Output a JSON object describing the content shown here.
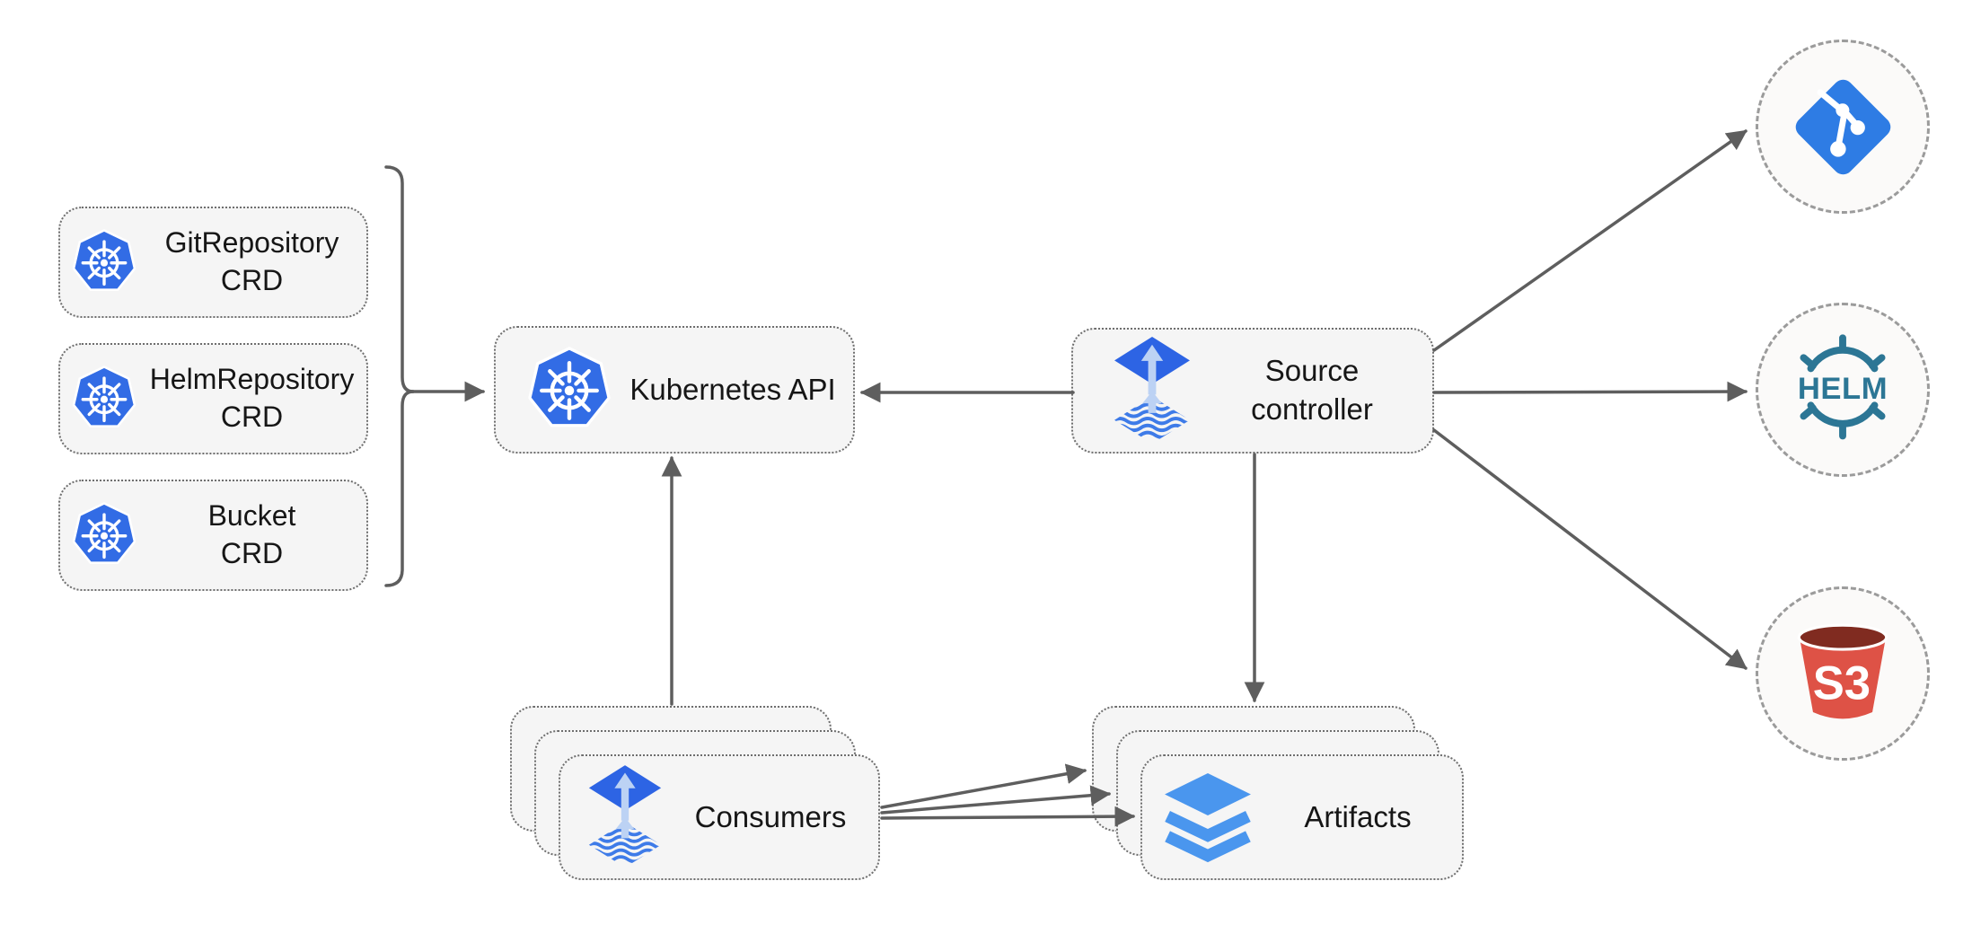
{
  "diagram": {
    "crd_group": {
      "boxes": [
        {
          "icon": "kubernetes-icon",
          "line1": "GitRepository",
          "line2": "CRD"
        },
        {
          "icon": "kubernetes-icon",
          "line1": "HelmRepository",
          "line2": "CRD"
        },
        {
          "icon": "kubernetes-icon",
          "line1": "Bucket",
          "line2": "CRD"
        }
      ]
    },
    "kubernetes_api": {
      "icon": "kubernetes-icon",
      "label": "Kubernetes API"
    },
    "source_controller": {
      "icon": "flux-icon",
      "line1": "Source",
      "line2": "controller"
    },
    "consumers": {
      "icon": "flux-icon",
      "label": "Consumers",
      "stack_count": 3
    },
    "artifacts": {
      "icon": "layers-icon",
      "label": "Artifacts",
      "stack_count": 3
    },
    "external_sources": {
      "git": {
        "icon": "git-icon"
      },
      "helm": {
        "icon": "helm-icon",
        "label": "HELM"
      },
      "s3": {
        "icon": "s3-bucket-icon",
        "label": "S3"
      }
    },
    "colors": {
      "kubernetes_blue": "#326CE5",
      "flux_blue": "#2D64E4",
      "flux_arrow_light": "#BCD2F4",
      "wave_blue": "#3E7BE8",
      "layers_blue": "#4A96EE",
      "git_blue": "#2E7CE4",
      "helm_teal": "#2C7695",
      "s3_red": "#DE5246",
      "s3_dark_red": "#802B20",
      "box_fill": "#F5F5F5",
      "box_border": "#6E6E6E",
      "circle_border": "#9B9B9B",
      "arrow_gray": "#5E5E5E",
      "text_color": "#161616"
    }
  }
}
